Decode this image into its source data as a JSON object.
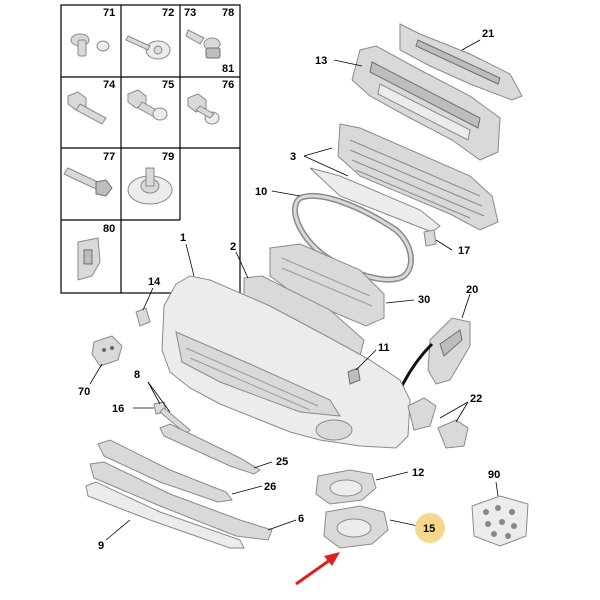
{
  "hardware_grid": {
    "cells": [
      "71",
      "72",
      "73",
      "78",
      "81",
      "74",
      "75",
      "76",
      "77",
      "79",
      "80"
    ]
  },
  "callouts": {
    "c1": "1",
    "c2": "2",
    "c3": "3",
    "c6": "6",
    "c8": "8",
    "c9": "9",
    "c10": "10",
    "c11": "11",
    "c12": "12",
    "c13": "13",
    "c14": "14",
    "c15": "15",
    "c16": "16",
    "c17": "17",
    "c20": "20",
    "c21": "21",
    "c22": "22",
    "c25": "25",
    "c26": "26",
    "c30": "30",
    "c70": "70",
    "c90": "90"
  },
  "colors": {
    "highlight_fill": "#f5d98a",
    "arrow": "#e02020",
    "part_fill": "#d9d9d9",
    "part_stroke": "#8a8a8a"
  }
}
